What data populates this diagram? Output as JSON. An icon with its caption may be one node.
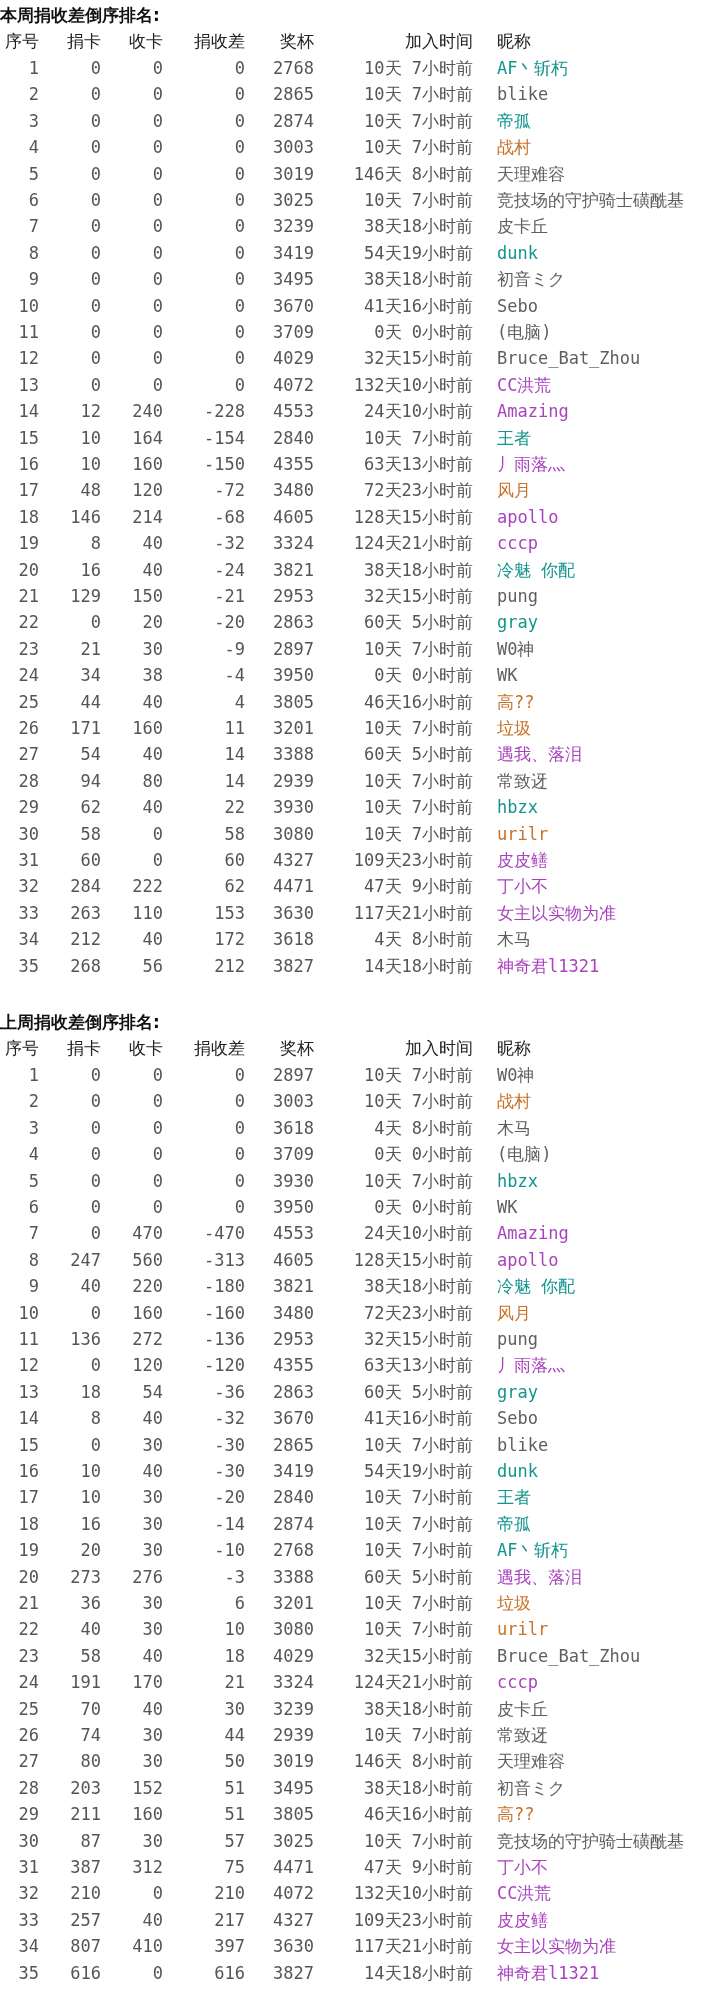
{
  "diagram": {
    "labels": [
      "本周捐收差倒序排名:",
      "序号",
      "捐卡",
      "收卡",
      "捐收差",
      "奖杯",
      "加入时间",
      "昵称",
      "1",
      "0",
      "0",
      "0",
      "2768",
      "10天 7小时前",
      "AF丶斩朽",
      "2",
      "0",
      "0",
      "0",
      "2865",
      "10天 7小时前",
      "blike",
      "3",
      "0",
      "0",
      "0",
      "2874",
      "10天 7小时前",
      "帝孤",
      "4",
      "0",
      "0",
      "0",
      "3003",
      "10天 7小时前",
      "战村",
      "5",
      "0",
      "0",
      "0",
      "3019",
      "146天 8小时前",
      "天理难容",
      "6",
      "0",
      "0",
      "0",
      "3025",
      "10天 7小时前",
      "竞技场的守护骑士磺酰基",
      "7",
      "0",
      "0",
      "0",
      "3239",
      "38天18小时前",
      "皮卡丘",
      "8",
      "0",
      "0",
      "0",
      "3419",
      "54天19小时前",
      "dunk",
      "9",
      "0",
      "0",
      "0",
      "3495",
      "38天18小时前",
      "初音ミク",
      "10",
      "0",
      "0",
      "0",
      "3670",
      "41天16小时前",
      "Sebo",
      "11",
      "0",
      "0",
      "0",
      "3709",
      "0天 0小时前",
      "(电脑)",
      "12",
      "0",
      "0",
      "0",
      "4029",
      "32天15小时前",
      "Bruce_Bat_Zhou",
      "13",
      "0",
      "0",
      "0",
      "4072",
      "132天10小时前",
      "CC洪荒",
      "14",
      "12",
      "240",
      "-228",
      "4553",
      "24天10小时前",
      "Amazing",
      "15",
      "10",
      "164",
      "-154",
      "2840",
      "10天 7小时前",
      "王者",
      "16",
      "10",
      "160",
      "-150",
      "4355",
      "63天13小时前",
      "丿雨落灬",
      "17",
      "48",
      "120",
      "-72",
      "3480",
      "72天23小时前",
      "风月",
      "18",
      "146",
      "214",
      "-68",
      "4605",
      "128天15小时前",
      "apollo",
      "19",
      "8",
      "40",
      "-32",
      "3324",
      "124天21小时前",
      "cccp",
      "20",
      "16",
      "40",
      "-24",
      "3821",
      "38天18小时前",
      "冷魅 你配",
      "21",
      "129",
      "150",
      "-21",
      "2953",
      "32天15小时前",
      "pung",
      "22",
      "0",
      "20",
      "-20",
      "2863",
      "60天 5小时前",
      "gray",
      "23",
      "21",
      "30",
      "-9",
      "2897",
      "10天 7小时前",
      "W0神",
      "24",
      "34",
      "38",
      "-4",
      "3950",
      "0天 0小时前",
      "WK",
      "25",
      "44",
      "40",
      "4",
      "3805",
      "46天16小时前",
      "高??",
      "26",
      "171",
      "160",
      "11",
      "3201",
      "10天 7小时前",
      "垃圾",
      "27",
      "54",
      "40",
      "14",
      "3388",
      "60天 5小时前",
      "遇我、落泪",
      "28",
      "94",
      "80",
      "14",
      "2939",
      "10天 7小时前",
      "常致迓",
      "29",
      "62",
      "40",
      "22",
      "3930",
      "10天 7小时前",
      "hbzx",
      "30",
      "58",
      "0",
      "58",
      "3080",
      "10天 7小时前",
      "urilr",
      "31",
      "60",
      "0",
      "60",
      "4327",
      "109天23小时前",
      "皮皮鳝",
      "32",
      "284",
      "222",
      "62",
      "4471",
      "47天 9小时前",
      "丁小不",
      "33",
      "263",
      "110",
      "153",
      "3630",
      "117天21小时前",
      "女主以实物为准",
      "34",
      "212",
      "40",
      "172",
      "3618",
      "4天 8小时前",
      "木马",
      "35",
      "268",
      "56",
      "212",
      "3827",
      "14天18小时前",
      "神奇君l1321",
      "上周捐收差倒序排名:",
      "序号",
      "捐卡",
      "收卡",
      "捐收差",
      "奖杯",
      "加入时间",
      "昵称",
      "1",
      "0",
      "0",
      "0",
      "2897",
      "10天 7小时前",
      "W0神",
      "2",
      "0",
      "0",
      "0",
      "3003",
      "10天 7小时前",
      "战村",
      "3",
      "0",
      "0",
      "0",
      "3618",
      "4天 8小时前",
      "木马",
      "4",
      "0",
      "0",
      "0",
      "3709",
      "0天 0小时前",
      "(电脑)",
      "5",
      "0",
      "0",
      "0",
      "3930",
      "10天 7小时前",
      "hbzx",
      "6",
      "0",
      "0",
      "0",
      "3950",
      "0天 0小时前",
      "WK",
      "7",
      "0",
      "470",
      "-470",
      "4553",
      "24天10小时前",
      "Amazing",
      "8",
      "247",
      "560",
      "-313",
      "4605",
      "128天15小时前",
      "apollo",
      "9",
      "40",
      "220",
      "-180",
      "3821",
      "38天18小时前",
      "冷魅 你配",
      "10",
      "0",
      "160",
      "-160",
      "3480",
      "72天23小时前",
      "风月",
      "11",
      "136",
      "272",
      "-136",
      "2953",
      "32天15小时前",
      "pung",
      "12",
      "0",
      "120",
      "-120",
      "4355",
      "63天13小时前",
      "丿雨落灬",
      "13",
      "18",
      "54",
      "-36",
      "2863",
      "60天 5小时前",
      "gray",
      "14",
      "8",
      "40",
      "-32",
      "3670",
      "41天16小时前",
      "Sebo",
      "15",
      "0",
      "30",
      "-30",
      "2865",
      "10天 7小时前",
      "blike",
      "16",
      "10",
      "40",
      "-30",
      "3419",
      "54天19小时前",
      "dunk",
      "17",
      "10",
      "30",
      "-20",
      "2840",
      "10天 7小时前",
      "王者",
      "18",
      "16",
      "30",
      "-14",
      "2874",
      "10天 7小时前",
      "帝孤",
      "19",
      "20",
      "30",
      "-10",
      "2768",
      "10天 7小时前",
      "AF丶斩朽",
      "20",
      "273",
      "276",
      "-3",
      "3388",
      "60天 5小时前",
      "遇我、落泪",
      "21",
      "36",
      "30",
      "6",
      "3201",
      "10天 7小时前",
      "垃圾",
      "22",
      "40",
      "30",
      "10",
      "3080",
      "10天 7小时前",
      "urilr",
      "23",
      "58",
      "40",
      "18",
      "4029",
      "32天15小时前",
      "Bruce_Bat_Zhou",
      "24",
      "191",
      "170",
      "21",
      "3324",
      "124天21小时前",
      "cccp",
      "25",
      "70",
      "40",
      "30",
      "3239",
      "38天18小时前",
      "皮卡丘",
      "26",
      "74",
      "30",
      "44",
      "2939",
      "10天 7小时前",
      "常致迓",
      "27",
      "80",
      "30",
      "50",
      "3019",
      "146天 8小时前",
      "天理难容",
      "28",
      "203",
      "152",
      "51",
      "3495",
      "38天18小时前",
      "初音ミク",
      "29",
      "211",
      "160",
      "51",
      "3805",
      "46天16小时前",
      "高??",
      "30",
      "87",
      "30",
      "57",
      "3025",
      "10天 7小时前",
      "竞技场的守护骑士磺酰基",
      "31",
      "387",
      "312",
      "75",
      "4471",
      "47天 9小时前",
      "丁小不",
      "32",
      "210",
      "0",
      "210",
      "4072",
      "132天10小时前",
      "CC洪荒",
      "33",
      "257",
      "40",
      "217",
      "4327",
      "109天23小时前",
      "皮皮鳝",
      "34",
      "807",
      "410",
      "397",
      "3630",
      "117天21小时前",
      "女主以实物为准",
      "35",
      "616",
      "0",
      "616",
      "3827",
      "14天18小时前",
      "神奇君l1321"
    ]
  }
}
